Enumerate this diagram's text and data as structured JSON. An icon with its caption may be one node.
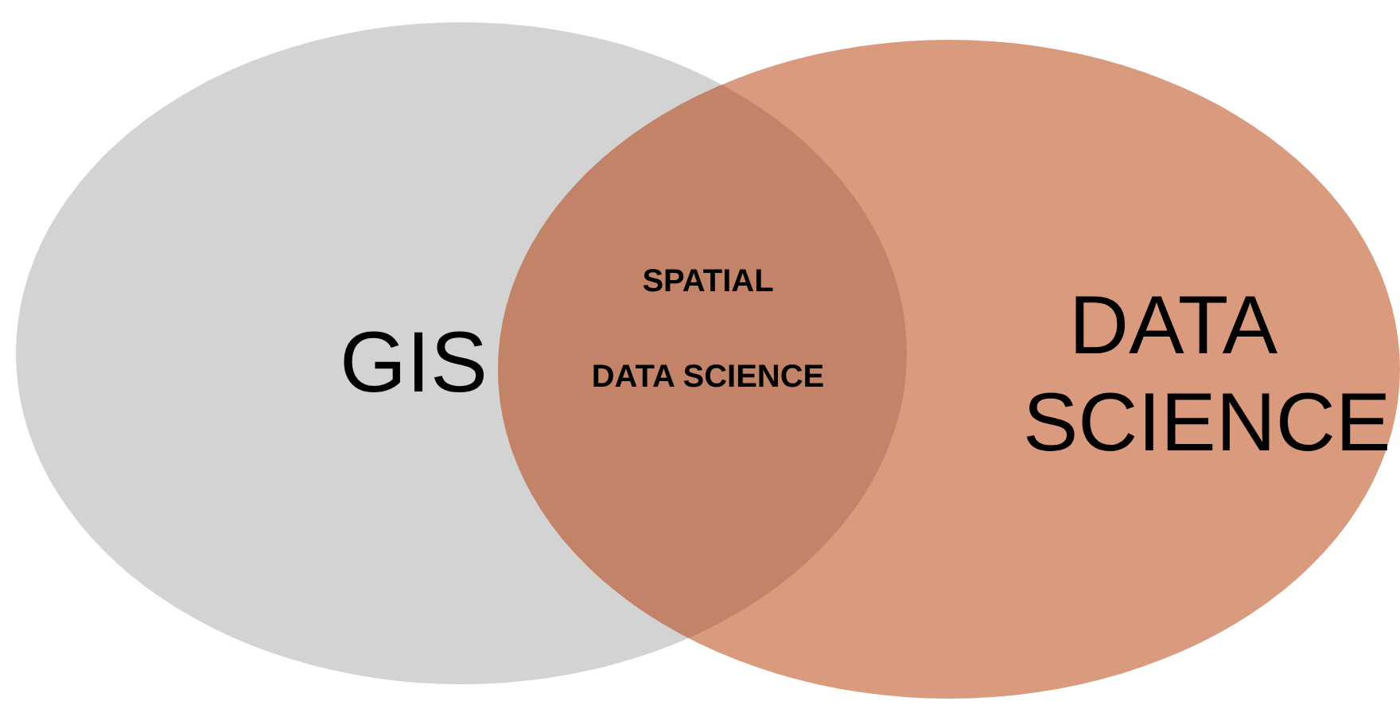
{
  "diagram": {
    "nodes": [
      {
        "text": [
          "GIS"
        ]
      },
      {
        "text": [
          "DATA SCIENCE"
        ]
      }
    ],
    "labels": [
      "SPATIAL",
      "DATA SCIENCE"
    ]
  }
}
